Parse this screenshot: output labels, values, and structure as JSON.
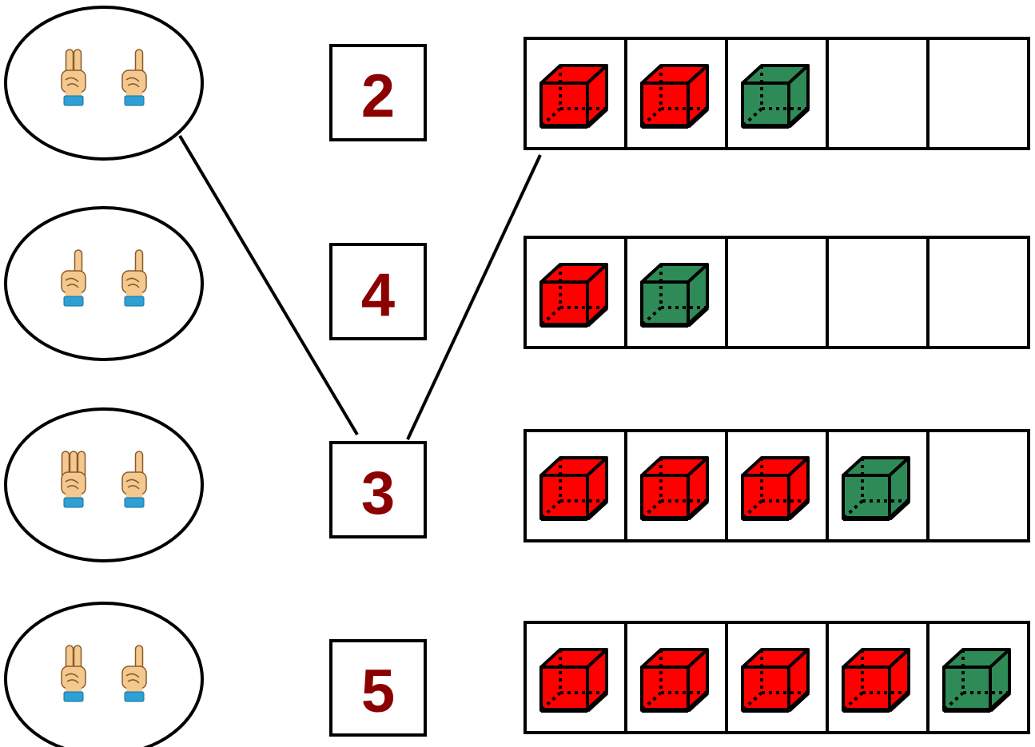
{
  "colors": {
    "number": "#8b0000",
    "cube_red": "#ff0000",
    "cube_green": "#2e8b57",
    "hand_skin": "#f3c98f",
    "cuff": "#2ea0d6",
    "line": "#000000"
  },
  "hand_groups": [
    {
      "left_hand": "two-fingers",
      "right_hand": "one-finger",
      "fingers": [
        2,
        1
      ]
    },
    {
      "left_hand": "one-finger",
      "right_hand": "one-finger",
      "fingers": [
        1,
        1
      ]
    },
    {
      "left_hand": "three-fingers",
      "right_hand": "one-finger",
      "fingers": [
        3,
        1
      ]
    },
    {
      "left_hand": "two-fingers",
      "right_hand": "one-finger",
      "fingers": [
        2,
        1
      ]
    }
  ],
  "numbers": [
    {
      "label": "2"
    },
    {
      "label": "4"
    },
    {
      "label": "3"
    },
    {
      "label": "5"
    }
  ],
  "cube_rows": [
    {
      "cells": [
        "red",
        "red",
        "green",
        "empty",
        "empty"
      ]
    },
    {
      "cells": [
        "red",
        "green",
        "empty",
        "empty",
        "empty"
      ]
    },
    {
      "cells": [
        "red",
        "red",
        "red",
        "green",
        "empty"
      ]
    },
    {
      "cells": [
        "red",
        "red",
        "red",
        "red",
        "green"
      ]
    }
  ],
  "connections": [
    {
      "from_hand_group": 0,
      "to_number": 2
    },
    {
      "from_number": 2,
      "to_cube_row": 0
    }
  ]
}
